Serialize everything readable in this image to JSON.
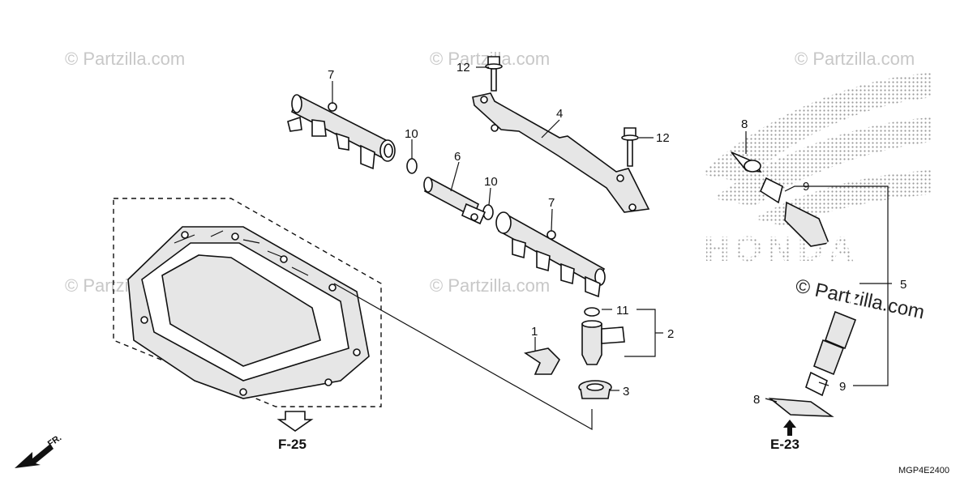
{
  "callouts": {
    "c1": "1",
    "c2": "2",
    "c3": "3",
    "c4": "4",
    "c5": "5",
    "c6": "6",
    "c7a": "7",
    "c7b": "7",
    "c8a": "8",
    "c8b": "8",
    "c9a": "9",
    "c9b": "9",
    "c10a": "10",
    "c10b": "10",
    "c11": "11",
    "c12a": "12",
    "c12b": "12"
  },
  "refs": {
    "f25": "F-25",
    "e23": "E-23",
    "fr": "FR."
  },
  "diagram_code": "MGP4E2400",
  "watermarks": {
    "small": "© Partzilla.com",
    "big": "© Partzilla.com",
    "brand": "HONDA"
  },
  "colors": {
    "line": "#111111",
    "watermark": "#c8c8c8",
    "background": "#ffffff"
  }
}
